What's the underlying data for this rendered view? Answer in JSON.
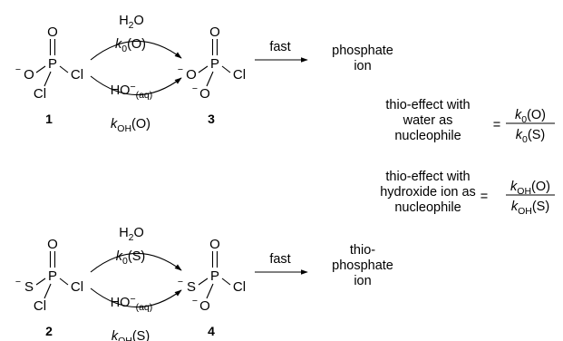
{
  "reactions": [
    {
      "reactant": {
        "atoms": {
          "o_top": "O",
          "x_left": "O",
          "minus_left": "−",
          "p": "P",
          "cl_right": "Cl",
          "cl_bottom": "Cl"
        },
        "label": "1"
      },
      "water_arrow": {
        "reagent_main": "H",
        "reagent_sub": "2",
        "reagent_tail": "O",
        "k_main": "k",
        "k_sub": "0",
        "k_tail": "(O)"
      },
      "hydroxide_arrow": {
        "reagent_main": "HO",
        "reagent_sup": "−",
        "reagent_sub": "(aq)",
        "k_main": "k",
        "k_sub": "OH",
        "k_tail": "(O)"
      },
      "product": {
        "atoms": {
          "o_top": "O",
          "x_left": "O",
          "minus_left": "−",
          "p": "P",
          "cl_right": "Cl",
          "o_bottom": "O",
          "minus_bottom": "−"
        },
        "label": "3"
      },
      "fast_label": "fast",
      "final_lines": [
        "phosphate",
        "ion"
      ]
    },
    {
      "reactant": {
        "atoms": {
          "o_top": "O",
          "x_left": "S",
          "minus_left": "−",
          "p": "P",
          "cl_right": "Cl",
          "cl_bottom": "Cl"
        },
        "label": "2"
      },
      "water_arrow": {
        "reagent_main": "H",
        "reagent_sub": "2",
        "reagent_tail": "O",
        "k_main": "k",
        "k_sub": "0",
        "k_tail": "(S)"
      },
      "hydroxide_arrow": {
        "reagent_main": "HO",
        "reagent_sup": "−",
        "reagent_sub": "(aq)",
        "k_main": "k",
        "k_sub": "OH",
        "k_tail": "(S)"
      },
      "product": {
        "atoms": {
          "o_top": "O",
          "x_left": "S",
          "minus_left": "−",
          "p": "P",
          "cl_right": "Cl",
          "o_bottom": "O",
          "minus_bottom": "−"
        },
        "label": "4"
      },
      "fast_label": "fast",
      "final_lines": [
        "thio-",
        "phosphate",
        "ion"
      ]
    }
  ],
  "definitions": [
    {
      "lines": [
        "thio-effect with",
        "water as",
        "nucleophile"
      ],
      "equals": "=",
      "numerator": {
        "main": "k",
        "sub": "0",
        "tail": "(O)"
      },
      "denominator": {
        "main": "k",
        "sub": "0",
        "tail": "(S)"
      }
    },
    {
      "lines": [
        "thio-effect with",
        "hydroxide ion as",
        "nucleophile"
      ],
      "equals": "=",
      "numerator": {
        "main": "k",
        "sub": "OH",
        "tail": "(O)"
      },
      "denominator": {
        "main": "k",
        "sub": "OH",
        "tail": "(S)"
      }
    }
  ]
}
